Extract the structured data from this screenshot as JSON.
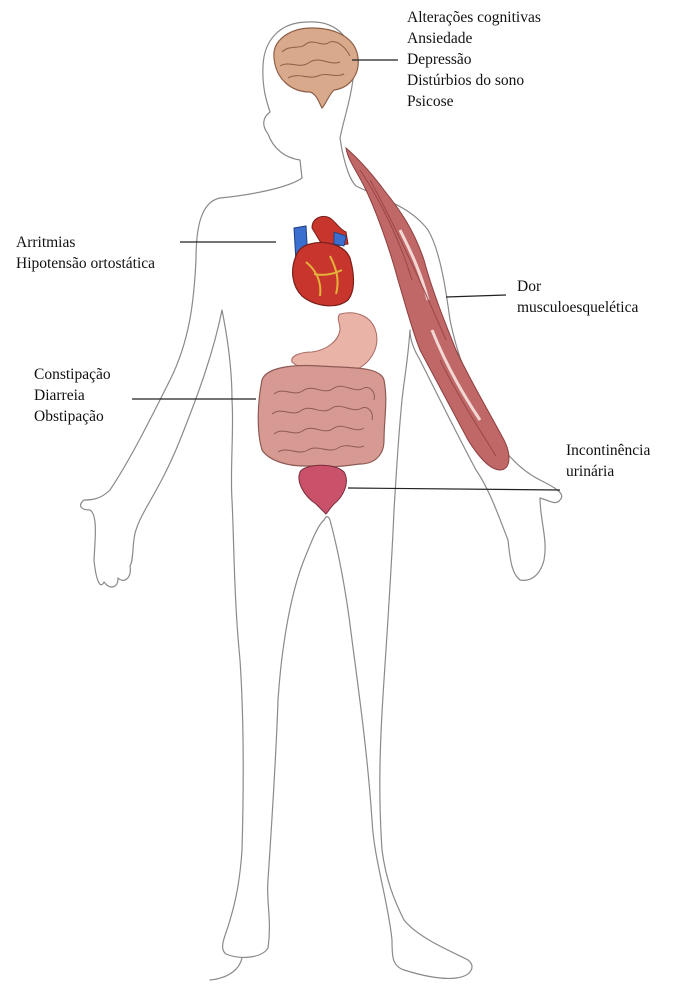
{
  "figure": {
    "labels": {
      "brain": [
        "Alterações cognitivas",
        "Ansiedade",
        "Depressão",
        "Distúrbios do sono",
        "Psicose"
      ],
      "heart": [
        "Arritmias",
        "Hipotensão ortostática"
      ],
      "gut": [
        "Constipação",
        "Diarreia",
        "Obstipação"
      ],
      "bladder": [
        "Incontinência",
        "urinária"
      ],
      "muscle": [
        "Dor",
        "musculoesquelética"
      ]
    },
    "colors": {
      "outline": "#8a8a8a",
      "brain": "#d9a98c",
      "heart_red": "#c8352c",
      "heart_blue": "#3a6fcf",
      "heart_yellow": "#e2b23a",
      "stomach": "#eab3a8",
      "intestine": "#d79a92",
      "bladder": "#c9526a",
      "muscle": "#c06767",
      "leader_line": "#222222"
    }
  }
}
